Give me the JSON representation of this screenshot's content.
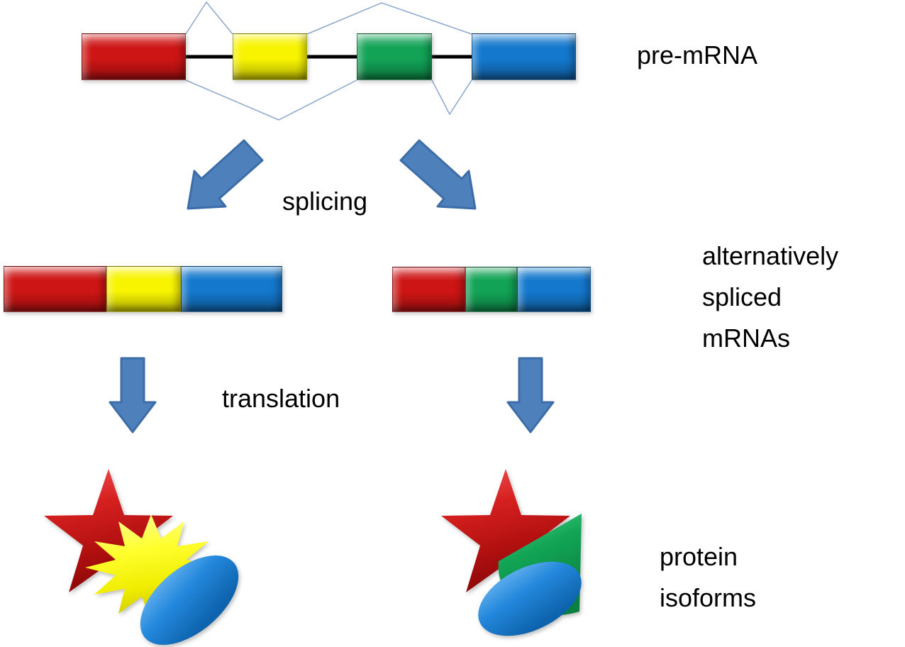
{
  "figure": {
    "background": "#ffffff",
    "labels": {
      "pre_mrna": "pre-mRNA",
      "splicing": "splicing",
      "alternatively_spliced": [
        "alternatively",
        "spliced",
        "mRNAs"
      ],
      "translation": "translation",
      "protein_isoforms": [
        "protein",
        "isoforms"
      ]
    },
    "colors": {
      "background": "#ffffff",
      "label_text": "#000000",
      "exon_red": "#ce1515",
      "exon_yellow": "#f8f400",
      "exon_green": "#12a356",
      "exon_blue": "#1478cd",
      "arrow_fill": "#4e80bc",
      "arrow_stroke": "#3c6da8",
      "splice_line": "#8ca6cc",
      "intron_line": "#000000"
    },
    "pre_mrna": {
      "exons": [
        "red",
        "yellow",
        "green",
        "blue"
      ],
      "intron_count": 3,
      "splice_paths_above": [
        "red-yellow junction",
        "yellow-blue junction skipping green"
      ],
      "splice_paths_below": [
        "red-green junction skipping yellow",
        "green-blue junction"
      ]
    },
    "spliced_mrnas": [
      {
        "name": "mRNA isoform 1",
        "exons": [
          "red",
          "yellow",
          "blue"
        ],
        "skipped_exon": "green"
      },
      {
        "name": "mRNA isoform 2",
        "exons": [
          "red",
          "green",
          "blue"
        ],
        "skipped_exon": "yellow"
      }
    ],
    "protein_isoforms": [
      {
        "name": "protein isoform 1",
        "domains": [
          "red-star",
          "yellow-burst",
          "blue-ellipse"
        ]
      },
      {
        "name": "protein isoform 2",
        "domains": [
          "red-star",
          "green-cone",
          "blue-ellipse"
        ]
      }
    ]
  }
}
